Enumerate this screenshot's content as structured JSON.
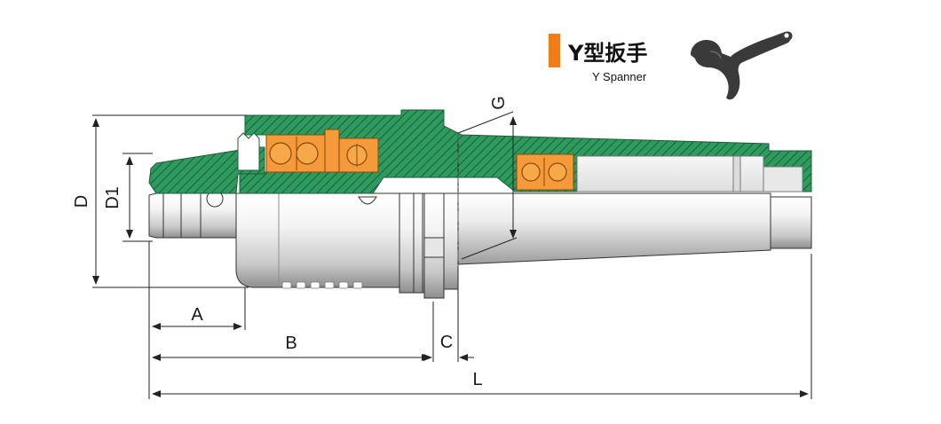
{
  "header": {
    "title_cn": "Y型扳手",
    "title_en": "Y Spanner"
  },
  "dimensions": {
    "D": "D",
    "D1": "D1",
    "A": "A",
    "B": "B",
    "C": "C",
    "L": "L",
    "G": "G"
  },
  "colors": {
    "accent": "#f07d1a",
    "section_green": "#2e9a5e",
    "bearing_orange": "#f59a3a",
    "steel_light": "#f2f2f2",
    "steel_dark": "#9a9a9a",
    "spanner": "#3a3a3a"
  },
  "icons": {
    "spanner": "y-spanner-icon"
  }
}
